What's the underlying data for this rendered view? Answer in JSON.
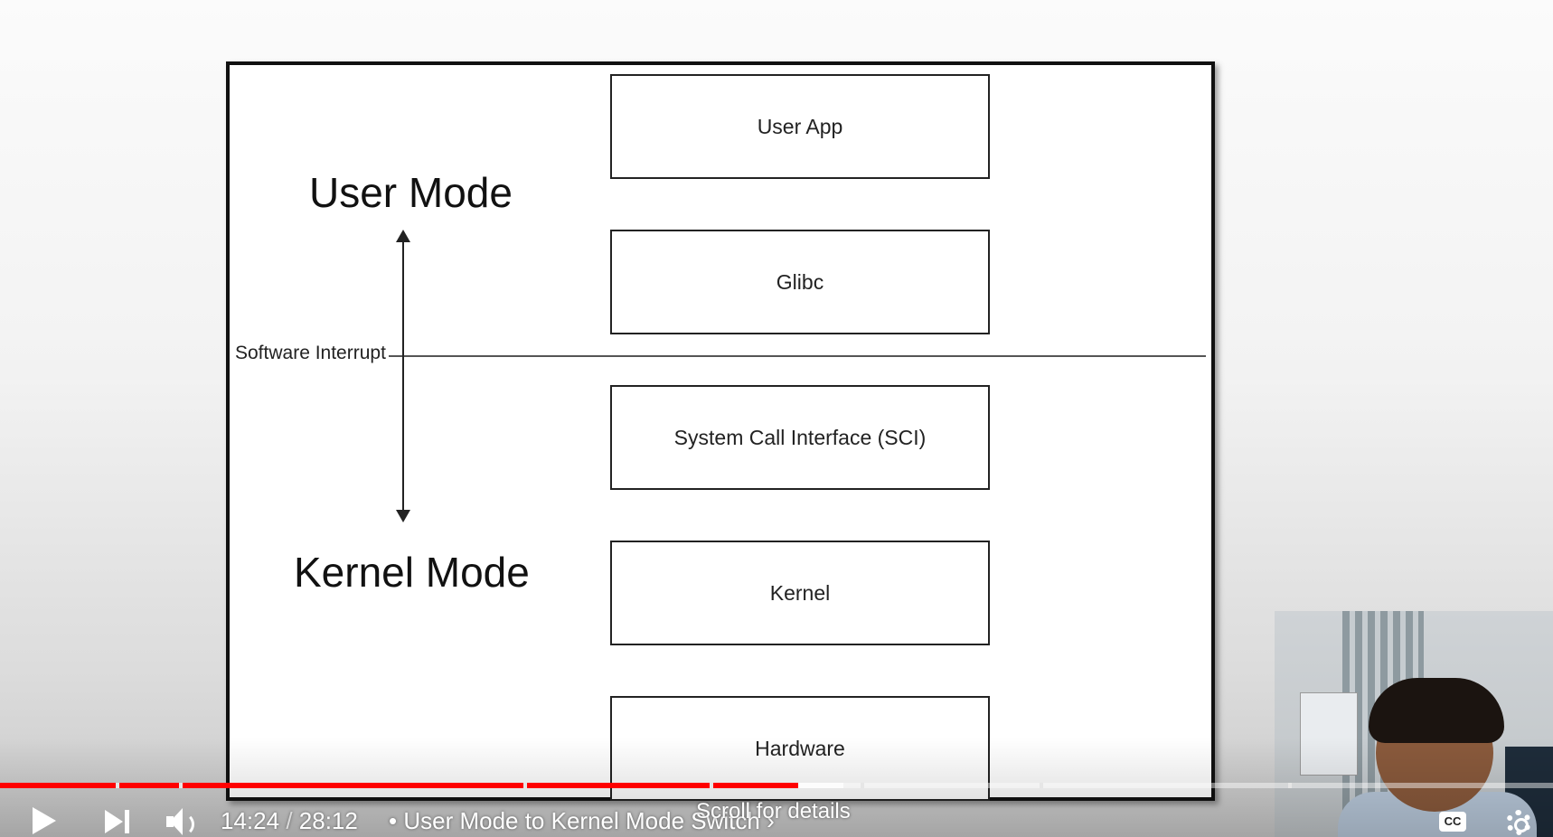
{
  "diagram": {
    "layers": [
      "User App",
      "Glibc",
      "System Call Interface (SCI)",
      "Kernel",
      "Hardware"
    ],
    "user_mode_label": "User Mode",
    "kernel_mode_label": "Kernel Mode",
    "interrupt_label": "Software Interrupt"
  },
  "player": {
    "current_time": "14:24",
    "separator": "/",
    "duration": "28:12",
    "title": "• User Mode to Kernel Mode Switch",
    "title_chevron": "›",
    "scroll_hint": "Scroll for details",
    "cc_label": "CC",
    "progress_played_fraction": 0.514,
    "progress_buffered_fraction": 0.543,
    "colors": {
      "played": "#ff0000",
      "buffer": "#ffffff"
    },
    "icons": [
      "play-icon",
      "next-icon",
      "volume-icon",
      "cc-icon",
      "gear-icon"
    ]
  }
}
